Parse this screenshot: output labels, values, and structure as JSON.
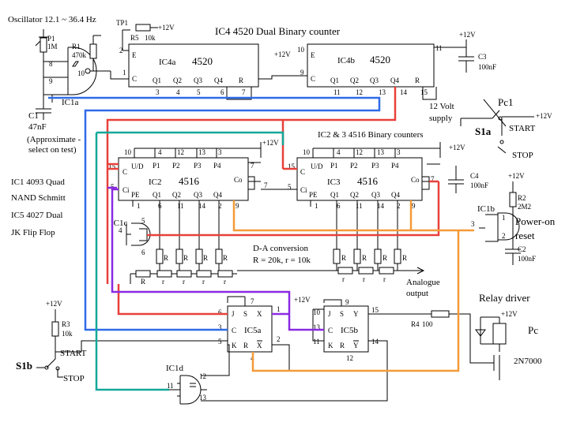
{
  "colors": {
    "blue": "#2f6be8",
    "red": "#e8403a",
    "teal": "#12a79a",
    "purple": "#8a2be2",
    "orange": "#f59a38"
  },
  "title": {
    "osc": "Oscillator 12.1 ~ 36.4 Hz",
    "ic4": "IC4 4520 Dual Binary counter",
    "ic23": "IC2 & 3 4516 Binary counters"
  },
  "notes": {
    "c1a": "C1",
    "c1b": "47nF",
    "c1c": "(Approximate -",
    "c1d": "select on test)",
    "ic1": "IC1 4093 Quad",
    "ic1b": "NAND Schmitt",
    "ic5": "IC5 4027 Dual",
    "ic5b": "JK Flip Flop",
    "da1": "D-A conversion",
    "da2": "R = 20k, r = 10k",
    "ana1": "Analogue",
    "ana2": "output",
    "relay": "Relay driver",
    "pwr1": "Power-on",
    "pwr2": "reset",
    "sup1": "12 Volt",
    "sup2": "supply",
    "start": "START",
    "stop": "STOP"
  },
  "parts": {
    "tp1": "TP1",
    "p1": "P1",
    "p1v": "1M",
    "r1": "R1",
    "r1v": "470k",
    "r5": "R5",
    "r5v": "10k",
    "c3": "C3",
    "c3v": "100nF",
    "c4": "C4",
    "c4v": "100nF",
    "r2": "R2",
    "r2v": "2M2",
    "c2": "C2",
    "c2v": "100nF",
    "r3": "R3",
    "r3v": "10k",
    "r4": "R4",
    "r4v": "100",
    "pc1": "Pc1",
    "pc": "Pc",
    "fet": "2N7000",
    "s1a": "S1a",
    "s1b": "S1b",
    "v12": "+12V",
    "R": "R",
    "r": "r"
  },
  "ics": {
    "ic4a_name": "IC4a",
    "ic4a_type": "4520",
    "ic4b_name": "IC4b",
    "ic4b_type": "4520",
    "ic2_name": "IC2",
    "ic2_type": "4516",
    "ic3_name": "IC3",
    "ic3_type": "4516",
    "ic1a": "IC1a",
    "ic1b": "IC1b",
    "ic1c": "IC1c",
    "ic1d": "IC1d",
    "ic5a": "IC5a",
    "ic5b": "IC5b"
  },
  "pins": {
    "E": "E",
    "C": "C",
    "R": "R",
    "Q1": "Q1",
    "Q2": "Q2",
    "Q3": "Q3",
    "Q4": "Q4",
    "UD": "U/D",
    "P1": "P1",
    "P2": "P2",
    "P3": "P3",
    "P4": "P4",
    "PE": "PE",
    "Ci": "Ci",
    "Co": "Co",
    "J": "J",
    "K": "K",
    "S": "S",
    "X": "X",
    "Xb": "X",
    "Y": "Y",
    "Yb": "Y",
    "n1": "1",
    "n2": "2",
    "n3": "3",
    "n4": "4",
    "n5": "5",
    "n6": "6",
    "n7": "7",
    "n8": "8",
    "n9": "9",
    "n10": "10",
    "n11": "11",
    "n12": "12",
    "n13": "13",
    "n14": "14",
    "n15": "15"
  }
}
